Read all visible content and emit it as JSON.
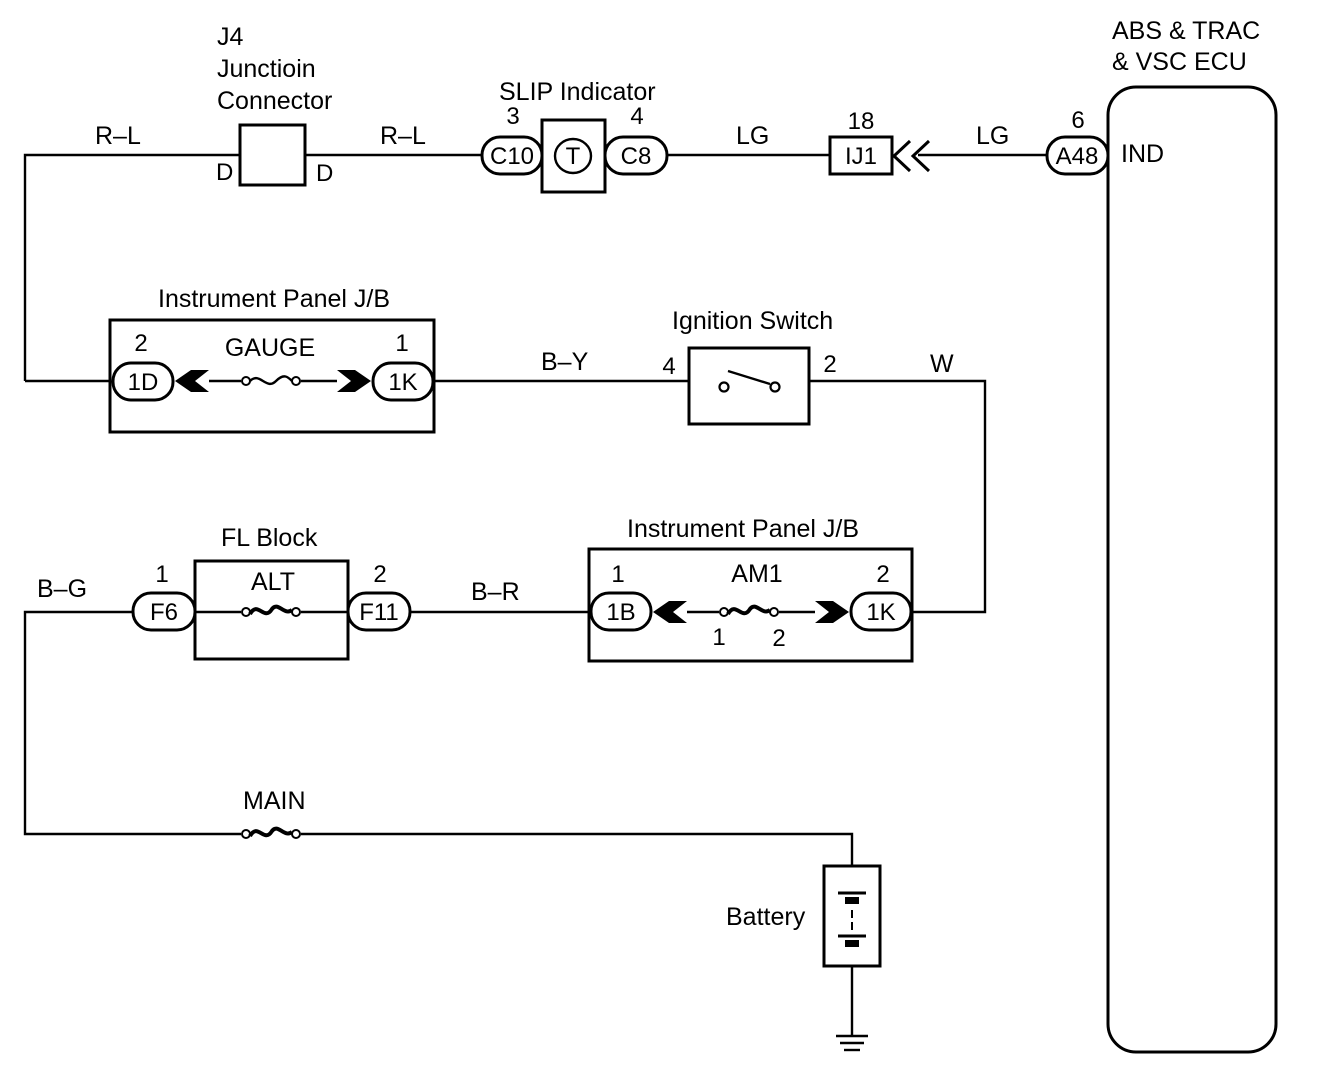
{
  "ecu": {
    "title_line1": "ABS & TRAC",
    "title_line2": "& VSC ECU",
    "terminal": "IND"
  },
  "junction_connector": {
    "line1": "J4",
    "line2": "Junctioin",
    "line3": "Connector",
    "pin_left": "D",
    "pin_right": "D"
  },
  "slip_indicator": {
    "title": "SLIP Indicator",
    "pin_left": "3",
    "conn_left": "C10",
    "pin_right": "4",
    "conn_right": "C8",
    "symbol": "T"
  },
  "connector_ij1": {
    "pin": "18",
    "label": "IJ1"
  },
  "connector_a48": {
    "pin": "6",
    "label": "A48"
  },
  "wires": {
    "rl_left": "R–L",
    "rl_right": "R–L",
    "lg_left": "LG",
    "lg_right": "LG",
    "by": "B–Y",
    "w": "W",
    "bg": "B–G",
    "br": "B–R"
  },
  "jb_gauge": {
    "title": "Instrument Panel J/B",
    "fuse": "GAUGE",
    "pin_left": "2",
    "conn_left": "1D",
    "pin_right": "1",
    "conn_right": "1K"
  },
  "ignition_switch": {
    "title": "Ignition Switch",
    "pin_left": "4",
    "pin_right": "2"
  },
  "fl_block": {
    "title": "FL Block",
    "fuse": "ALT",
    "pin_left": "1",
    "conn_left": "F6",
    "pin_right": "2",
    "conn_right": "F11"
  },
  "jb_am1": {
    "title": "Instrument Panel J/B",
    "fuse": "AM1",
    "pin_left": "1",
    "conn_left": "1B",
    "pin_right": "2",
    "conn_right": "1K",
    "fuse_pin_left": "1",
    "fuse_pin_right": "2"
  },
  "main_fuse": {
    "label": "MAIN"
  },
  "battery": {
    "label": "Battery"
  }
}
